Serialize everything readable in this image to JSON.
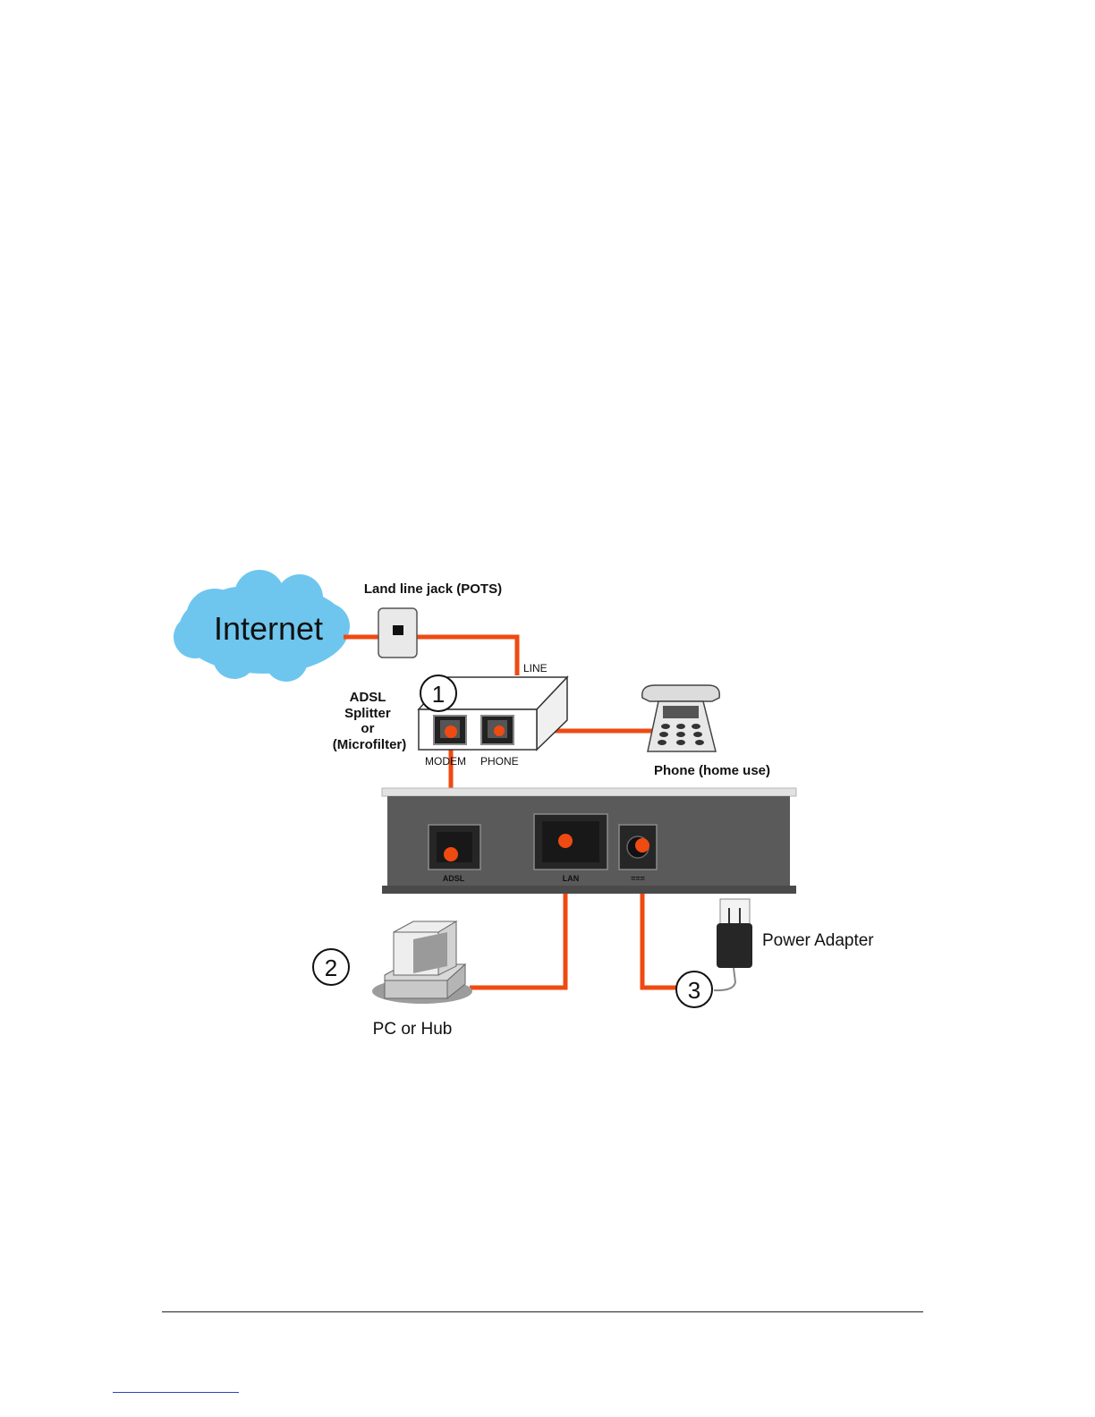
{
  "diagram": {
    "cloud_label": "Internet",
    "jack_label": "Land line jack (POTS)",
    "splitter": {
      "label_lines": [
        "ADSL",
        "Splitter",
        "or",
        "(Microfilter)"
      ],
      "line_port": "LINE",
      "modem_port": "MODEM",
      "phone_port": "PHONE"
    },
    "phone_label": "Phone (home use)",
    "router_ports": [
      "ADSL",
      "LAN",
      "==="
    ],
    "pc_label": "PC or Hub",
    "power_label": "Power Adapter",
    "steps": [
      "1",
      "2",
      "3"
    ]
  },
  "colors": {
    "cable": "#ef4a12",
    "cloud": "#6ec6ee",
    "router_body": "#5a5a5a",
    "router_trim": "#d4d4d4"
  }
}
